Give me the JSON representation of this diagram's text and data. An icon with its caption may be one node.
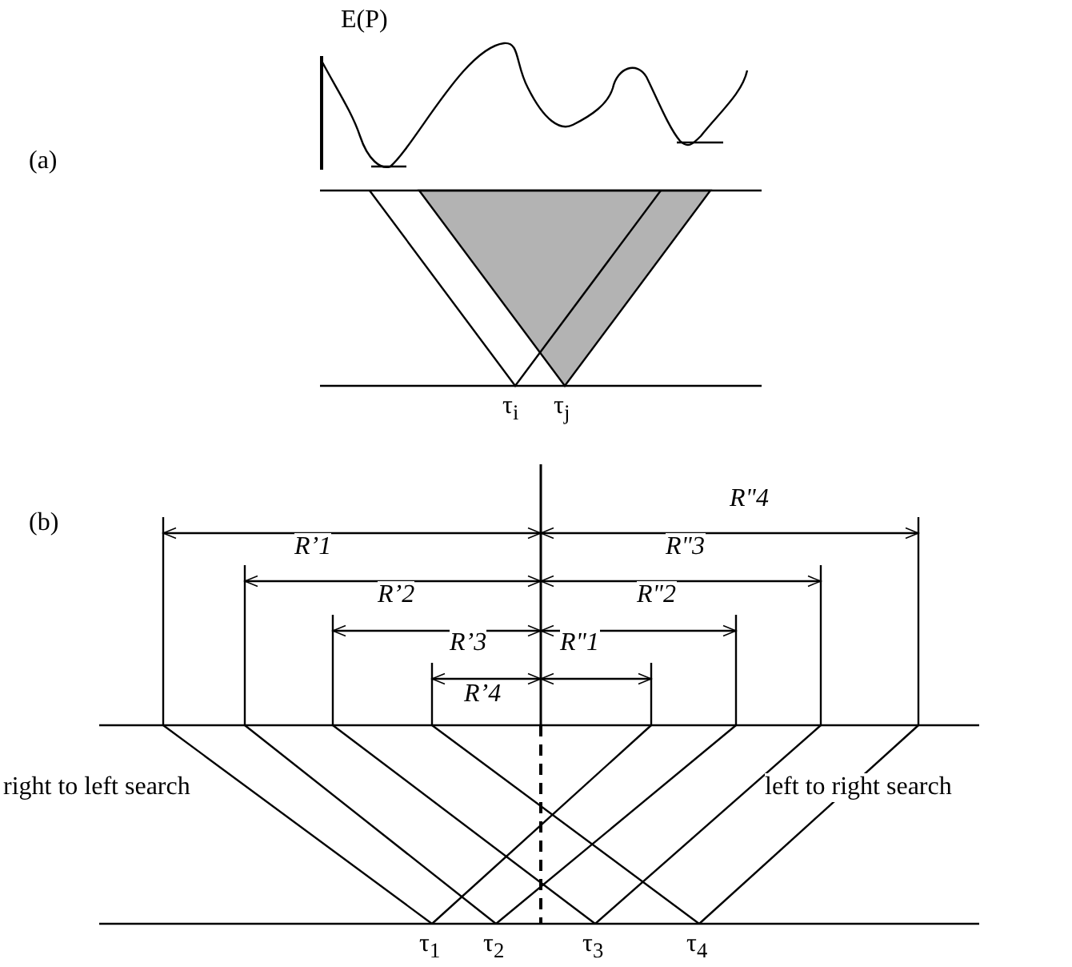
{
  "diagram": {
    "labels": [
      "E(P)",
      "(a)",
      "τ$_{i}$",
      "τ$_{j}$",
      "(b)",
      "R\"4",
      "R’1",
      "R\"3",
      "R’2",
      "R\"2",
      "R’3",
      "R\"1",
      "R’4",
      "right to left search",
      "left to right search",
      "τ$_{1}$",
      "τ$_{2}$",
      "τ$_{3}$",
      "τ$_{4}$"
    ]
  }
}
